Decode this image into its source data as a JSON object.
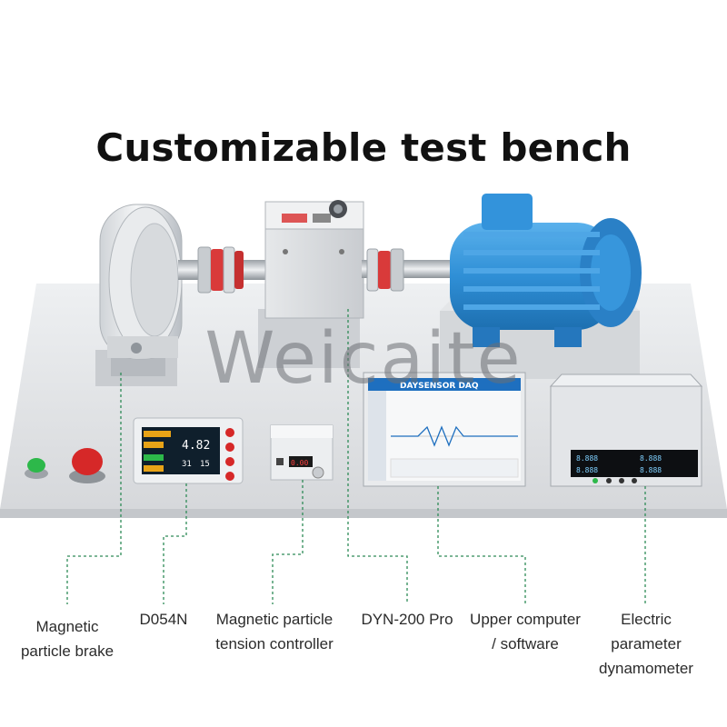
{
  "title": "Customizable test bench",
  "watermark": "Weicaite",
  "daq_header": "DAYSENSOR DAQ",
  "display": {
    "reading": "4.82",
    "small_a": "31",
    "small_b": "15"
  },
  "controller_display": "0.00",
  "meter_values": [
    "8.888",
    "8.888",
    "8.888",
    "8.888"
  ],
  "labels": [
    {
      "id": "magnetic-particle-brake",
      "text": "Magnetic\nparticle brake"
    },
    {
      "id": "d054n",
      "text": "D054N"
    },
    {
      "id": "tension-controller",
      "text": "Magnetic particle\ntension controller"
    },
    {
      "id": "dyn-200-pro",
      "text": "DYN-200 Pro"
    },
    {
      "id": "upper-computer",
      "text": "Upper computer\n/ software"
    },
    {
      "id": "electric-dynamometer",
      "text": "Electric\nparameter\ndynamometer"
    }
  ],
  "colors": {
    "platform": "#e2e3e5",
    "motor_blue": "#2f8fd6",
    "coupling_red": "#d93a3a",
    "button_green": "#2db84a",
    "button_red": "#d62828",
    "leader_green": "#2e8b57"
  }
}
